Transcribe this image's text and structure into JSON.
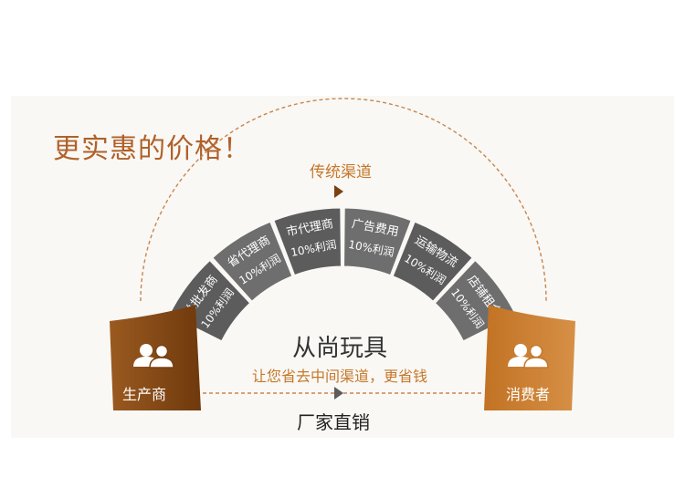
{
  "headline": "更实惠的价格！",
  "traditional_channel_label": "传统渠道",
  "segments": [
    {
      "title": "总批发商",
      "profit": "10%利润"
    },
    {
      "title": "省代理商",
      "profit": "10%利润"
    },
    {
      "title": "市代理商",
      "profit": "10%利润"
    },
    {
      "title": "广告费用",
      "profit": "10%利润"
    },
    {
      "title": "运输物流",
      "profit": "10%利润"
    },
    {
      "title": "店铺租金",
      "profit": "10%利润"
    }
  ],
  "producer_label": "生产商",
  "consumer_label": "消费者",
  "brand": "从尚玩具",
  "tagline": "让您省去中间渠道，更省钱",
  "direct_label": "厂家直销",
  "colors": {
    "producer": "#7a4111",
    "consumer": "#c5782a",
    "segment_dark": "#5c5c5c",
    "segment_light": "#8a8a8a",
    "dashed_line": "#c8864e",
    "headline": "#b0612a"
  },
  "icons": {
    "producer": "users-icon",
    "consumer": "users-icon"
  }
}
